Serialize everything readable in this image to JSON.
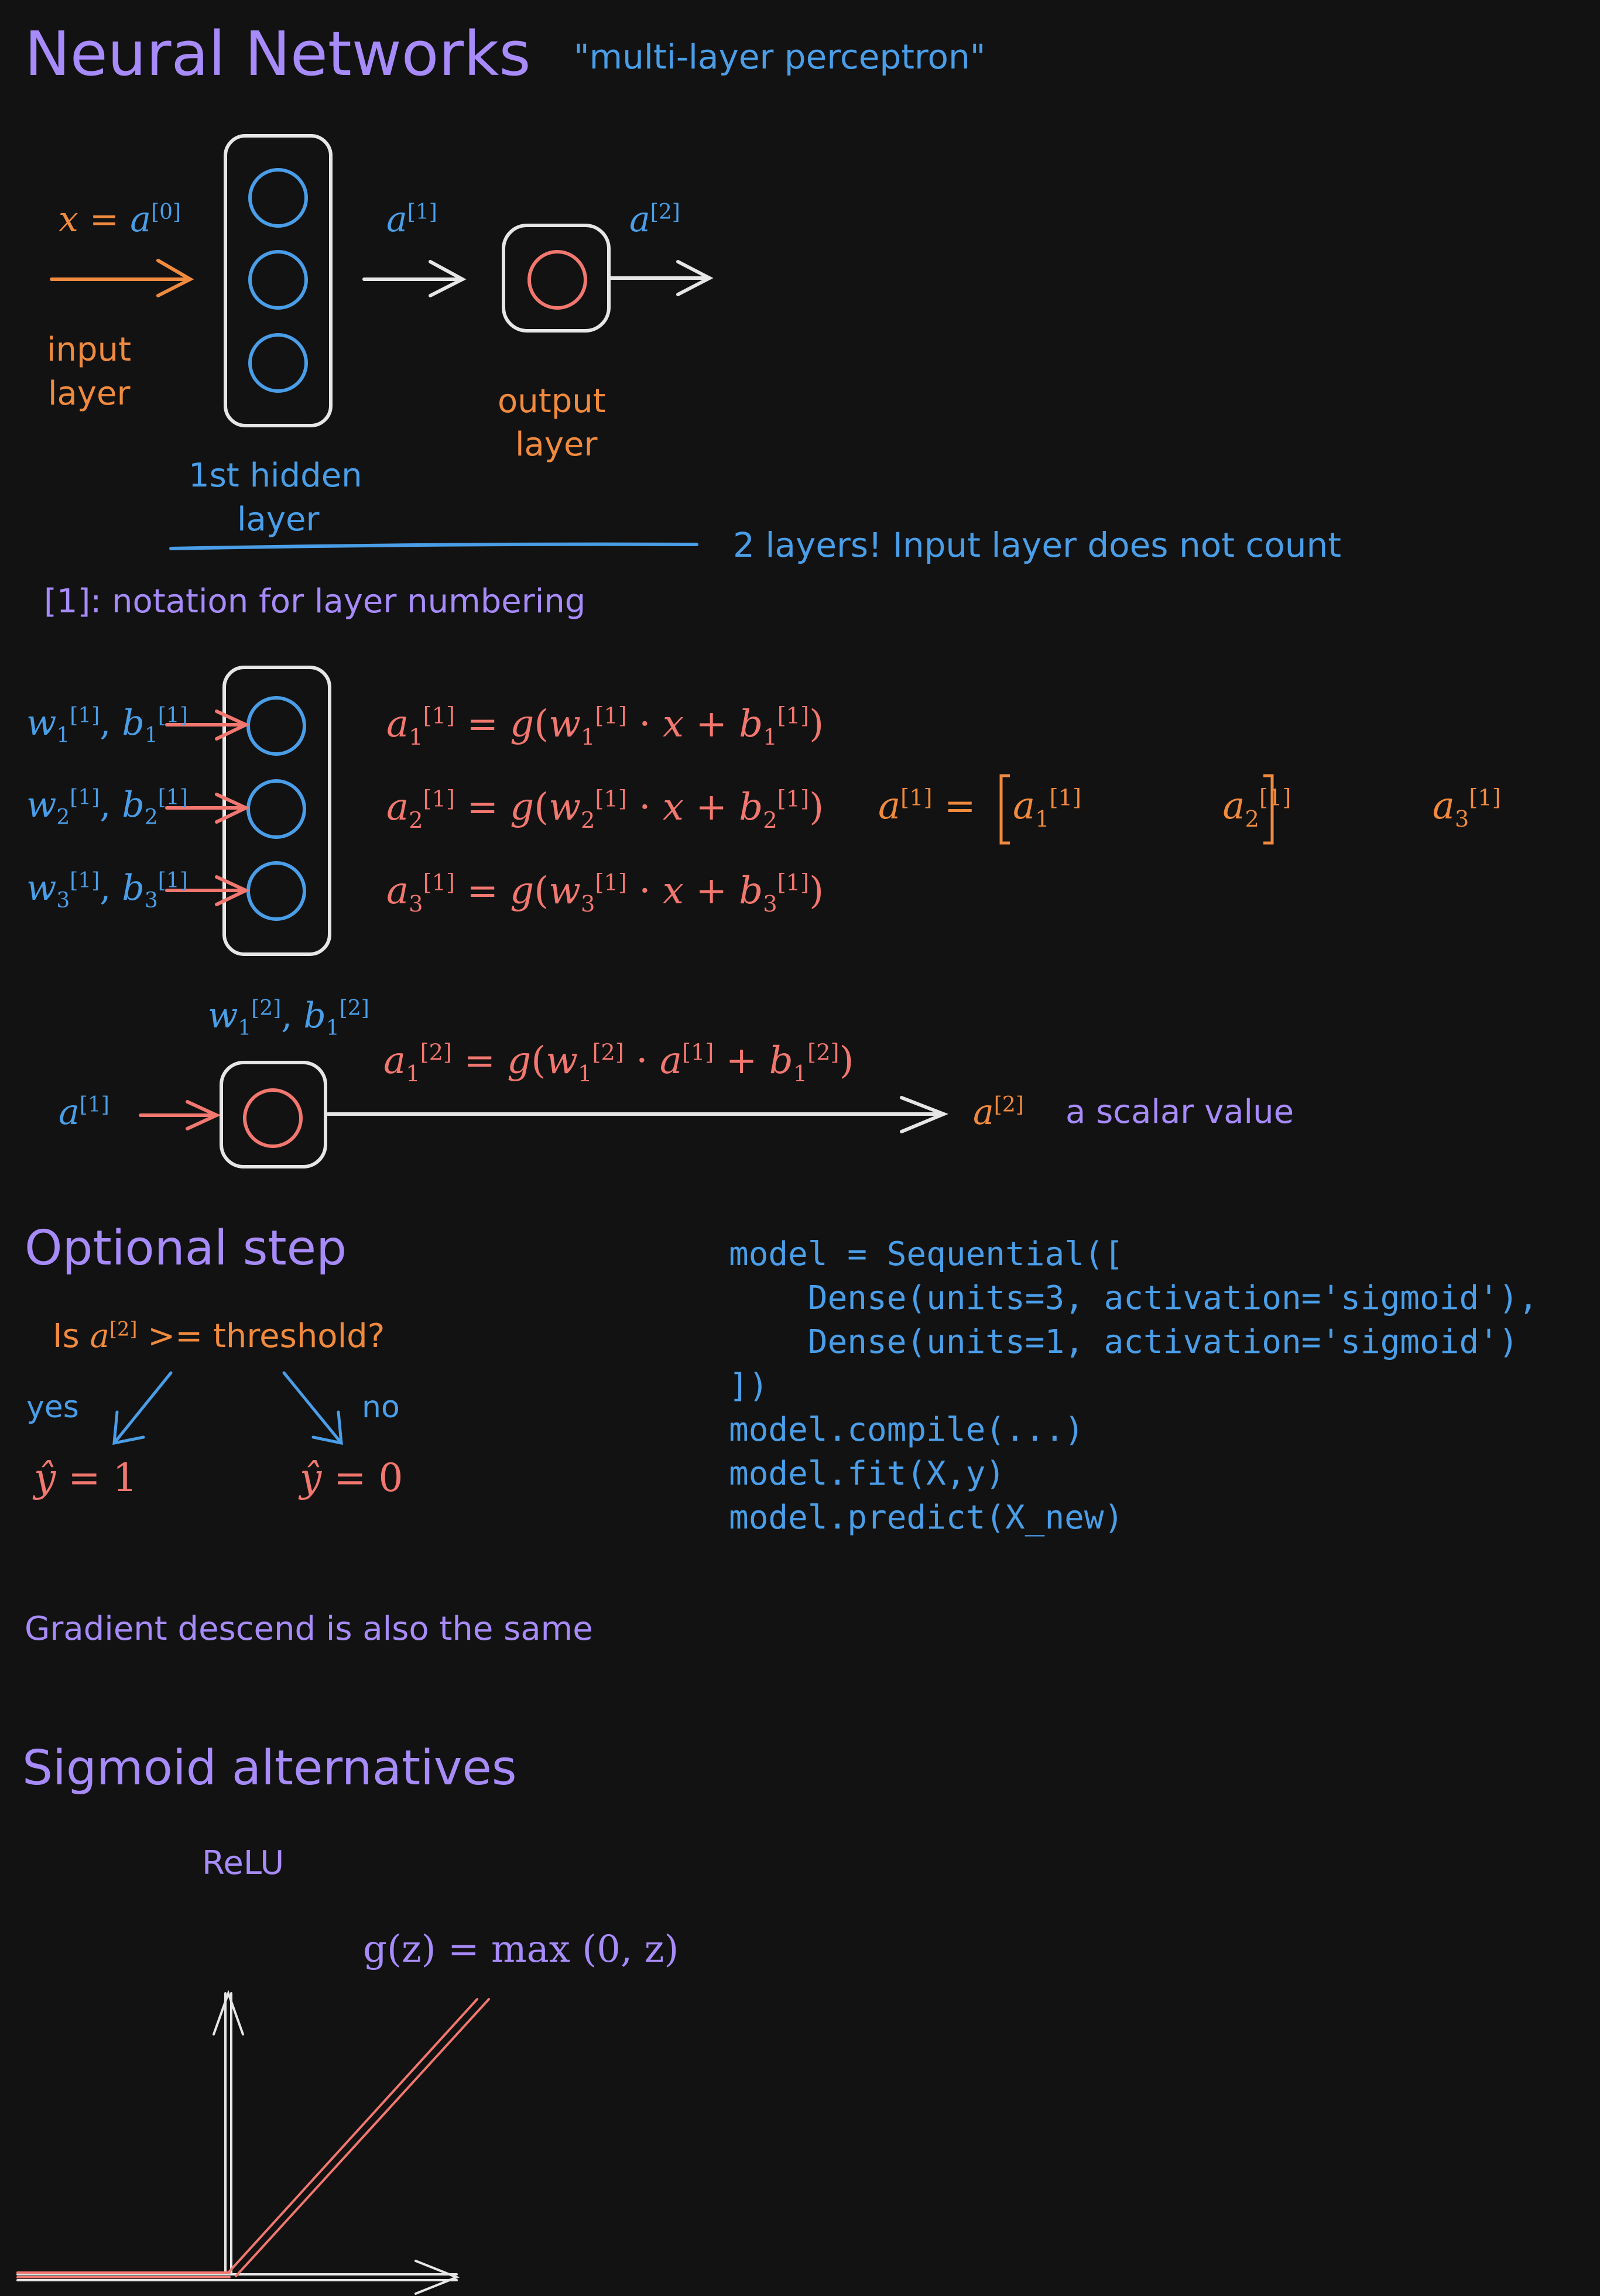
{
  "title": "Neural Networks",
  "subtitle": "\"multi-layer perceptron\"",
  "labels": {
    "input_layer_1": "input",
    "input_layer_2": "layer",
    "hidden_layer_1": "1st hidden",
    "hidden_layer_2": "layer",
    "output_layer_1": "output",
    "output_layer_2": "layer",
    "layers_note": "2 layers! Input layer does not count",
    "notation_note": "[1]: notation for layer numbering",
    "scalar_note": "a scalar value",
    "optional_step": "Optional step",
    "threshold_question_prefix": "Is",
    "threshold_question_suffix": ">= threshold?",
    "yes": "yes",
    "no": "no",
    "gradient_note": "Gradient descend is also the same",
    "sigmoid_alternatives": "Sigmoid alternatives",
    "relu": "ReLU"
  },
  "math": {
    "x_eq_a0": {
      "lhs": "x",
      "eq": "=",
      "rhs": "a",
      "sup": "[0]"
    },
    "a1_top": {
      "base": "a",
      "sup": "[1]"
    },
    "a2_top": {
      "base": "a",
      "sup": "[2]"
    },
    "weights": [
      {
        "w": "w",
        "sub": "1",
        "sup": "[1]",
        "b": "b"
      },
      {
        "w": "w",
        "sub": "2",
        "sup": "[1]",
        "b": "b"
      },
      {
        "w": "w",
        "sub": "3",
        "sup": "[1]",
        "b": "b"
      }
    ],
    "equations": [
      {
        "idx": "1"
      },
      {
        "idx": "2"
      },
      {
        "idx": "3"
      }
    ],
    "vector_a1": [
      "a1",
      "a2",
      "a3"
    ],
    "layer2_weights": {
      "sup": "[2]"
    },
    "layer2_eq": "a[2] = g(w[2]·a[1] + b[2])",
    "a2_output": {
      "base": "a",
      "sup": "[2]"
    },
    "y_hat_1": "= 1",
    "y_hat_0": "= 0",
    "relu_eq_prefix": "g(z) = max",
    "relu_eq_args": "(0, z)"
  },
  "code": [
    "model = Sequential([",
    "    Dense(units=3, activation='sigmoid'),",
    "    Dense(units=1, activation='sigmoid')",
    "])",
    "model.compile(...)",
    "model.fit(X,y)",
    "model.predict(X_new)"
  ],
  "colors": {
    "background": "#121212",
    "purple": "#a78bfa",
    "blue": "#4a9ee8",
    "orange": "#f08a3e",
    "red": "#f2776f",
    "white": "#e6e6e6"
  }
}
